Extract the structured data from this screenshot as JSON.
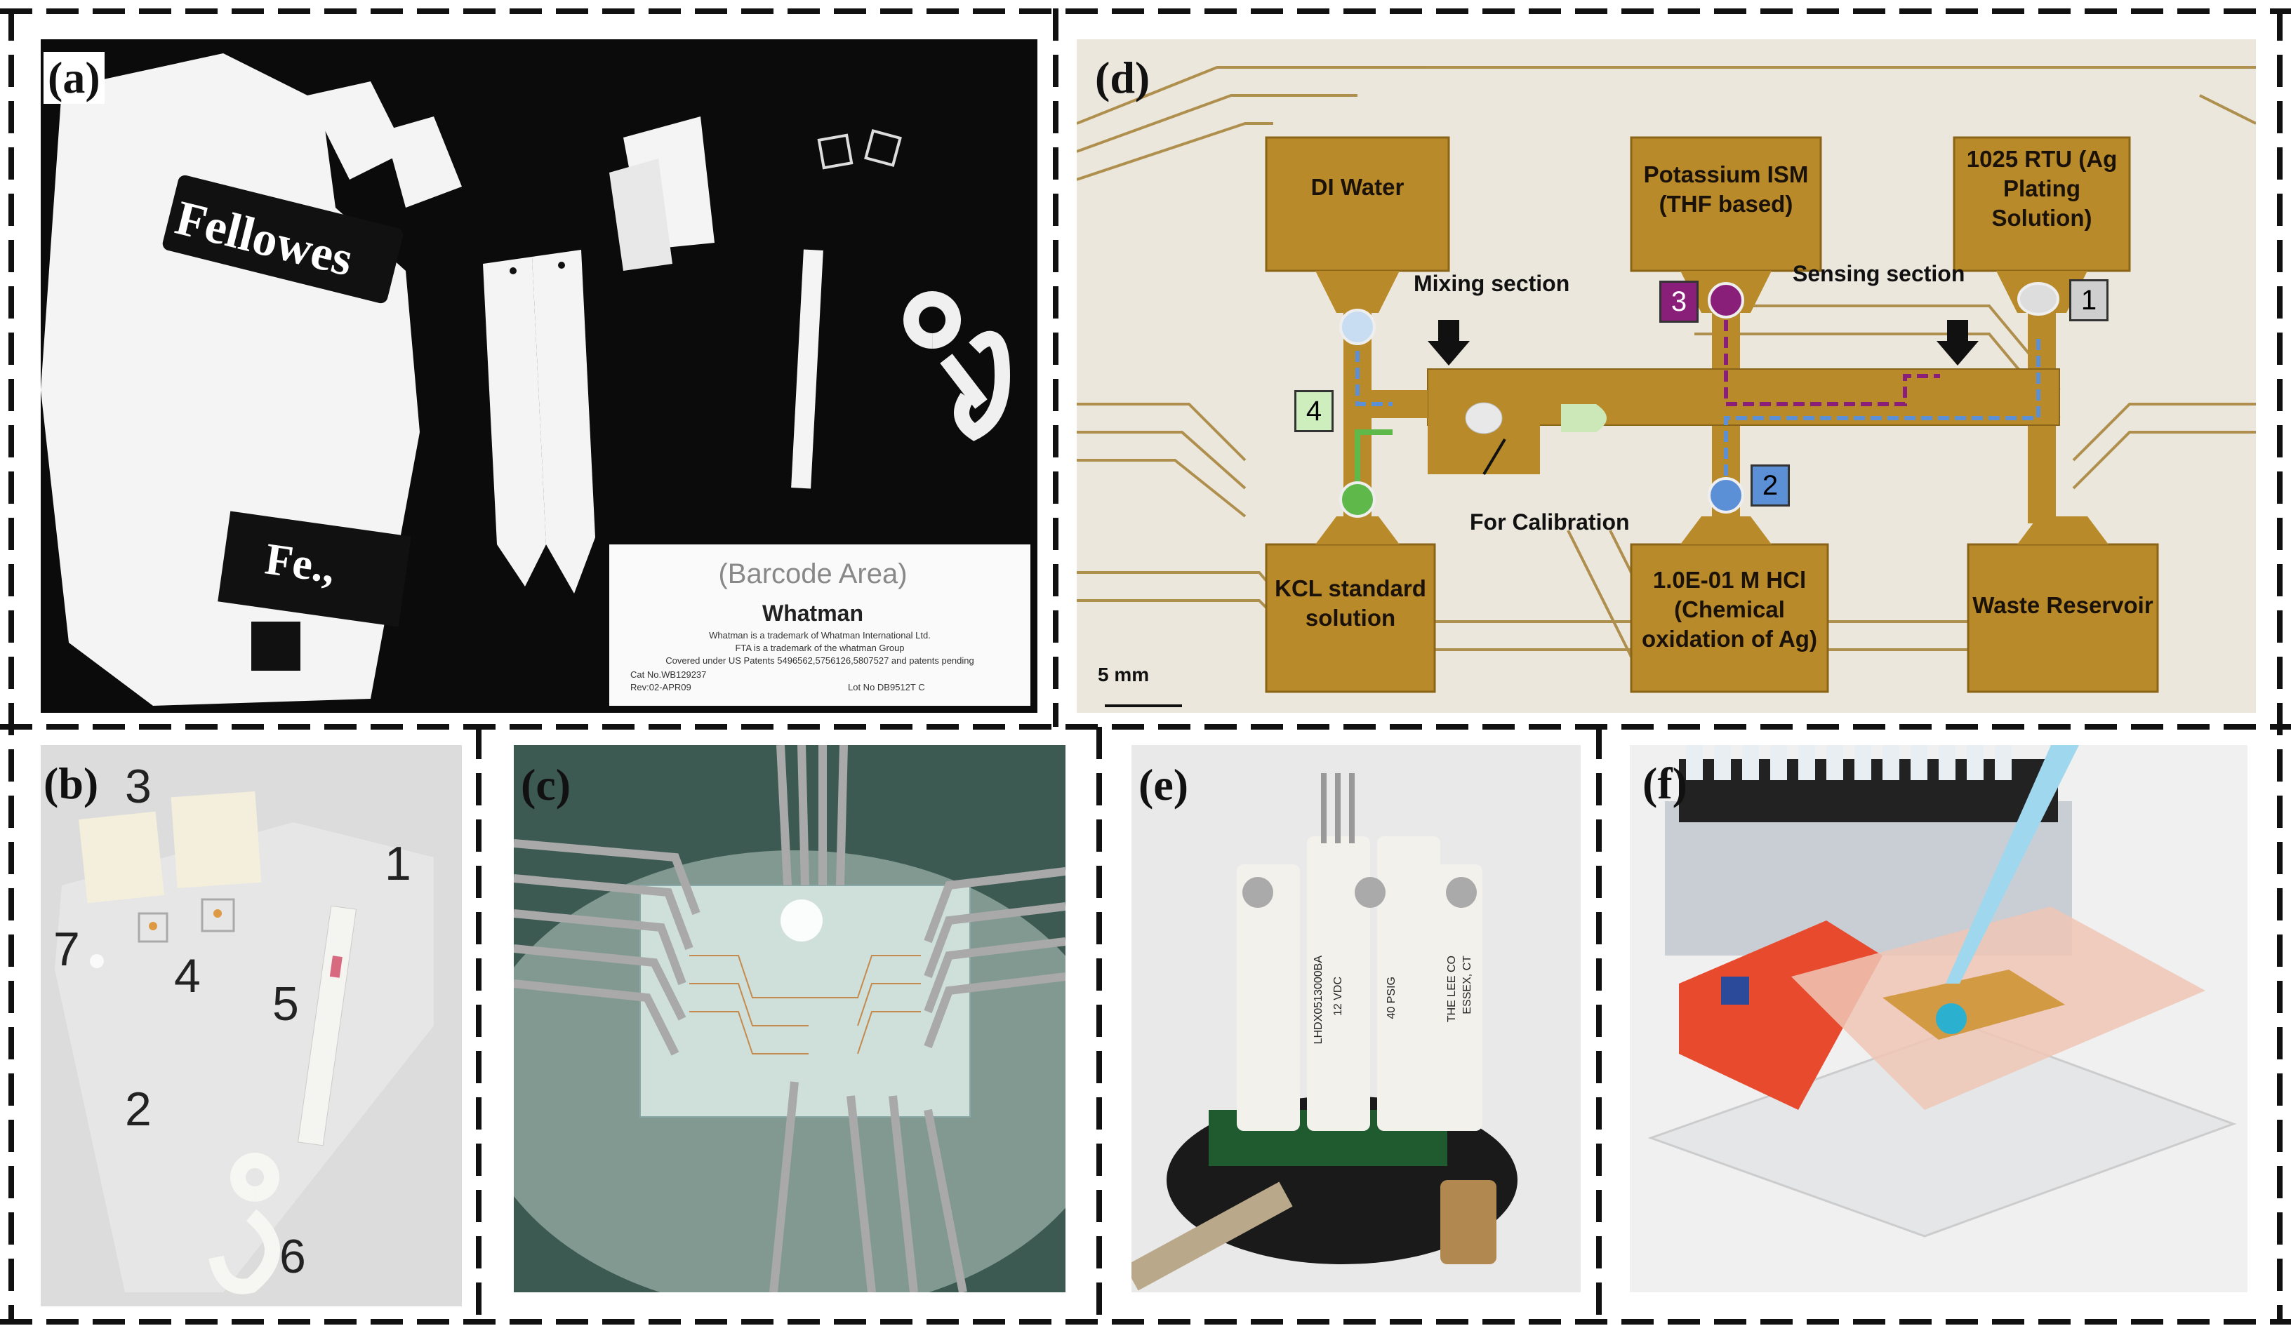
{
  "panels": {
    "a": {
      "label": "(a)",
      "brand1": "Fellowes",
      "brand2": "Fe.,",
      "card_barcode": "(Barcode Area)",
      "card_title": "Whatman",
      "card_line1": "Whatman is a trademark of Whatman International Ltd.",
      "card_line2": "FTA is a trademark of the whatman Group",
      "card_line3": "Covered under US Patents 5496562,5756126,5807527 and patents pending",
      "card_line4": "Cat No.WB129237",
      "card_line5": "Rev:02-APR09",
      "card_lot": "Lot No DB9512T C"
    },
    "b": {
      "label": "(b)",
      "n1": "1",
      "n2": "2",
      "n3": "3",
      "n4": "4",
      "n5": "5",
      "n6": "6",
      "n7": "7"
    },
    "c": {
      "label": "(c)"
    },
    "d": {
      "label": "(d)",
      "pad_di": "DI Water",
      "pad_k": "Potassium ISM (THF based)",
      "pad_rtu": "1025 RTU (Ag Plating Solution)",
      "pad_kcl": "KCL standard solution",
      "pad_hcl": "1.0E-01 M HCl (Chemical oxidation of Ag)",
      "pad_waste": "Waste Reservoir",
      "mixing": "Mixing section",
      "sensing": "Sensing section",
      "calib": "For Calibration",
      "scale": "5 mm",
      "b1": "1",
      "b2": "2",
      "b3": "3",
      "b4": "4"
    },
    "e": {
      "label": "(e)",
      "v1": "LHDX0513000BA",
      "v2": "12 VDC",
      "v3": "40 PSIG",
      "v4": "THE LEE CO",
      "v5": "ESSEX, CT"
    },
    "f": {
      "label": "(f)"
    }
  },
  "colors": {
    "pad": "#b88a2a",
    "blue": "#5b8fd6",
    "purple": "#8a1f7a",
    "green": "#5fb84a",
    "gray": "#c9c9c9"
  }
}
